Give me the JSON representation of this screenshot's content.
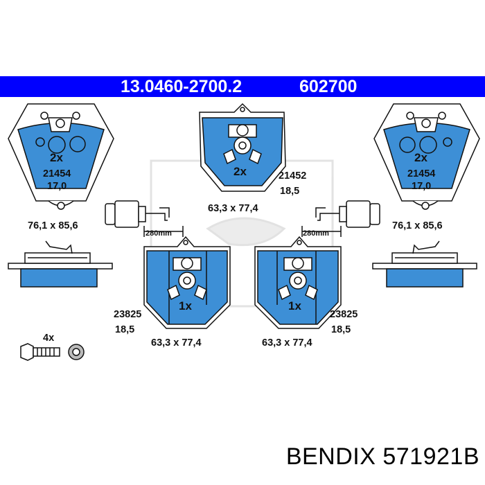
{
  "header": {
    "part_number": "13.0460-2700.2",
    "ref_number": "602700",
    "background": "#0000ff"
  },
  "pad_color": "#3d8fd6",
  "left_pad": {
    "qty": "2x",
    "code": "21454",
    "thickness": "17,0",
    "size": "76,1 x 85,6"
  },
  "right_pad": {
    "qty": "2x",
    "code": "21454",
    "thickness": "17,0",
    "size": "76,1 x 85,6"
  },
  "top_center_pad": {
    "qty": "2x",
    "code": "21452",
    "thickness": "18,5",
    "size": "63,3 x 77,4"
  },
  "bottom_left_pad": {
    "qty": "1x",
    "code": "23825",
    "thickness": "18,5",
    "size": "63,3 x 77,4"
  },
  "bottom_right_pad": {
    "qty": "1x",
    "code": "23825",
    "thickness": "18,5",
    "size": "63,3 x 77,4"
  },
  "sensor_left": {
    "length": "280mm"
  },
  "sensor_right": {
    "length": "280mm"
  },
  "bolts": {
    "qty": "4x"
  },
  "footer": {
    "text": "BENDIX 571921B"
  }
}
